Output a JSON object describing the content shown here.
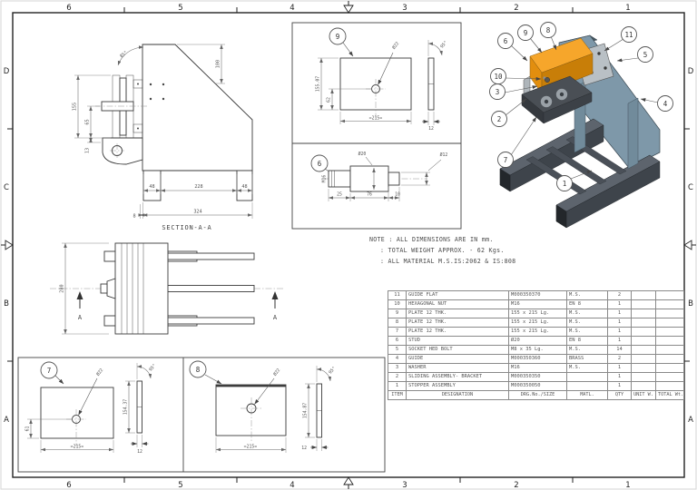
{
  "sheet_grid": {
    "cols": [
      "6",
      "5",
      "4",
      "3",
      "2",
      "1"
    ],
    "rows": [
      "D",
      "C",
      "B",
      "A"
    ]
  },
  "section_aa": {
    "title": "SECTION-A-A",
    "angle": "85°",
    "dim_height_top": "100",
    "dim_155": "155",
    "dim_65": "65",
    "dim_13": "13",
    "dim_foot_l": "48",
    "dim_span": "228",
    "dim_foot_r": "48",
    "dim_offset": "8",
    "dim_total": "324"
  },
  "plan_view": {
    "dim_width": "280",
    "cut_label_left": "A",
    "cut_label_right": "A"
  },
  "detail_9": {
    "balloon": "9",
    "dim_height": "155.07",
    "dim_hole_y": "62",
    "dim_width": "≈215≈",
    "hole_dia": "Ø22",
    "angle": "95°",
    "dim_thk": "12"
  },
  "detail_6": {
    "balloon": "6",
    "thread": "M16",
    "dia_body": "Ø20",
    "dia_tip": "Ø12",
    "len_1": "25",
    "len_2": "76",
    "len_3": "10"
  },
  "detail_7": {
    "balloon": "7",
    "dim_height": "154.37",
    "dim_hole_y": "61",
    "dim_width": "≈215≈",
    "hole_dia": "Ø22",
    "angle": "95°",
    "dim_thk": "12"
  },
  "detail_8": {
    "balloon": "8",
    "dim_height": "154.87",
    "dim_width": "≈215≈",
    "hole_dia": "Ø22",
    "angle": "95°",
    "dim_thk": "12"
  },
  "notes": {
    "line_1": "NOTE : ALL DIMENSIONS ARE IN mm.",
    "line_2": ": TOTAL WEIGHT APPROX. - 62 Kgs.",
    "line_3": ": ALL MATERIAL M.S.IS:2062 & IS:808"
  },
  "iso_view": {
    "balloons": [
      "1",
      "2",
      "3",
      "4",
      "5",
      "6",
      "7",
      "8",
      "9",
      "10",
      "11"
    ],
    "colors": {
      "bracket_orange": "#F6A62B",
      "gusset_steel_blue": "#7E98A9",
      "beam_dark_gray": "#3E444B",
      "plate_light_gray": "#B9C0C5"
    }
  },
  "bom": {
    "headers": {
      "item": "ITEM",
      "designation": "DESIGNATION",
      "drg": "DRG.No./SIZE",
      "matl": "MATL.",
      "qty": "QTY",
      "unit_w": "UNIT W.",
      "total_wt": "TOTAL Wt."
    },
    "rows": [
      {
        "item": "11",
        "designation": "GUIDE FLAT",
        "drg": "M000350370",
        "matl": "M.S.",
        "qty": "2",
        "unit_w": "",
        "total_wt": ""
      },
      {
        "item": "10",
        "designation": "HEXAGONAL NUT",
        "drg": "M16",
        "matl": "EN 8",
        "qty": "1",
        "unit_w": "",
        "total_wt": ""
      },
      {
        "item": "9",
        "designation": "PLATE 12 THK.",
        "drg": "155 x 215 Lg.",
        "matl": "M.S.",
        "qty": "1",
        "unit_w": "",
        "total_wt": ""
      },
      {
        "item": "8",
        "designation": "PLATE 12 THK.",
        "drg": "155 x 215 Lg.",
        "matl": "M.S.",
        "qty": "1",
        "unit_w": "",
        "total_wt": ""
      },
      {
        "item": "7",
        "designation": "PLATE 12 THK.",
        "drg": "155 x 215 Lg.",
        "matl": "M.S.",
        "qty": "1",
        "unit_w": "",
        "total_wt": ""
      },
      {
        "item": "6",
        "designation": "STUD",
        "drg": "Ø20",
        "matl": "EN 8",
        "qty": "1",
        "unit_w": "",
        "total_wt": ""
      },
      {
        "item": "5",
        "designation": "SOCKET HED BOLT",
        "drg": "M8 x 35 Lg.",
        "matl": "M.S.",
        "qty": "14",
        "unit_w": "",
        "total_wt": ""
      },
      {
        "item": "4",
        "designation": "GUIDE",
        "drg": "M000350360",
        "matl": "BRASS",
        "qty": "2",
        "unit_w": "",
        "total_wt": ""
      },
      {
        "item": "3",
        "designation": "WASHER",
        "drg": "M16",
        "matl": "M.S.",
        "qty": "1",
        "unit_w": "",
        "total_wt": ""
      },
      {
        "item": "2",
        "designation": "SLIDING ASSEMBLY- BRACKET",
        "drg": "M000350350",
        "matl": "",
        "qty": "1",
        "unit_w": "",
        "total_wt": ""
      },
      {
        "item": "1",
        "designation": "STOPPER ASSEMBLY",
        "drg": "M000350050",
        "matl": "",
        "qty": "1",
        "unit_w": "",
        "total_wt": ""
      }
    ]
  }
}
